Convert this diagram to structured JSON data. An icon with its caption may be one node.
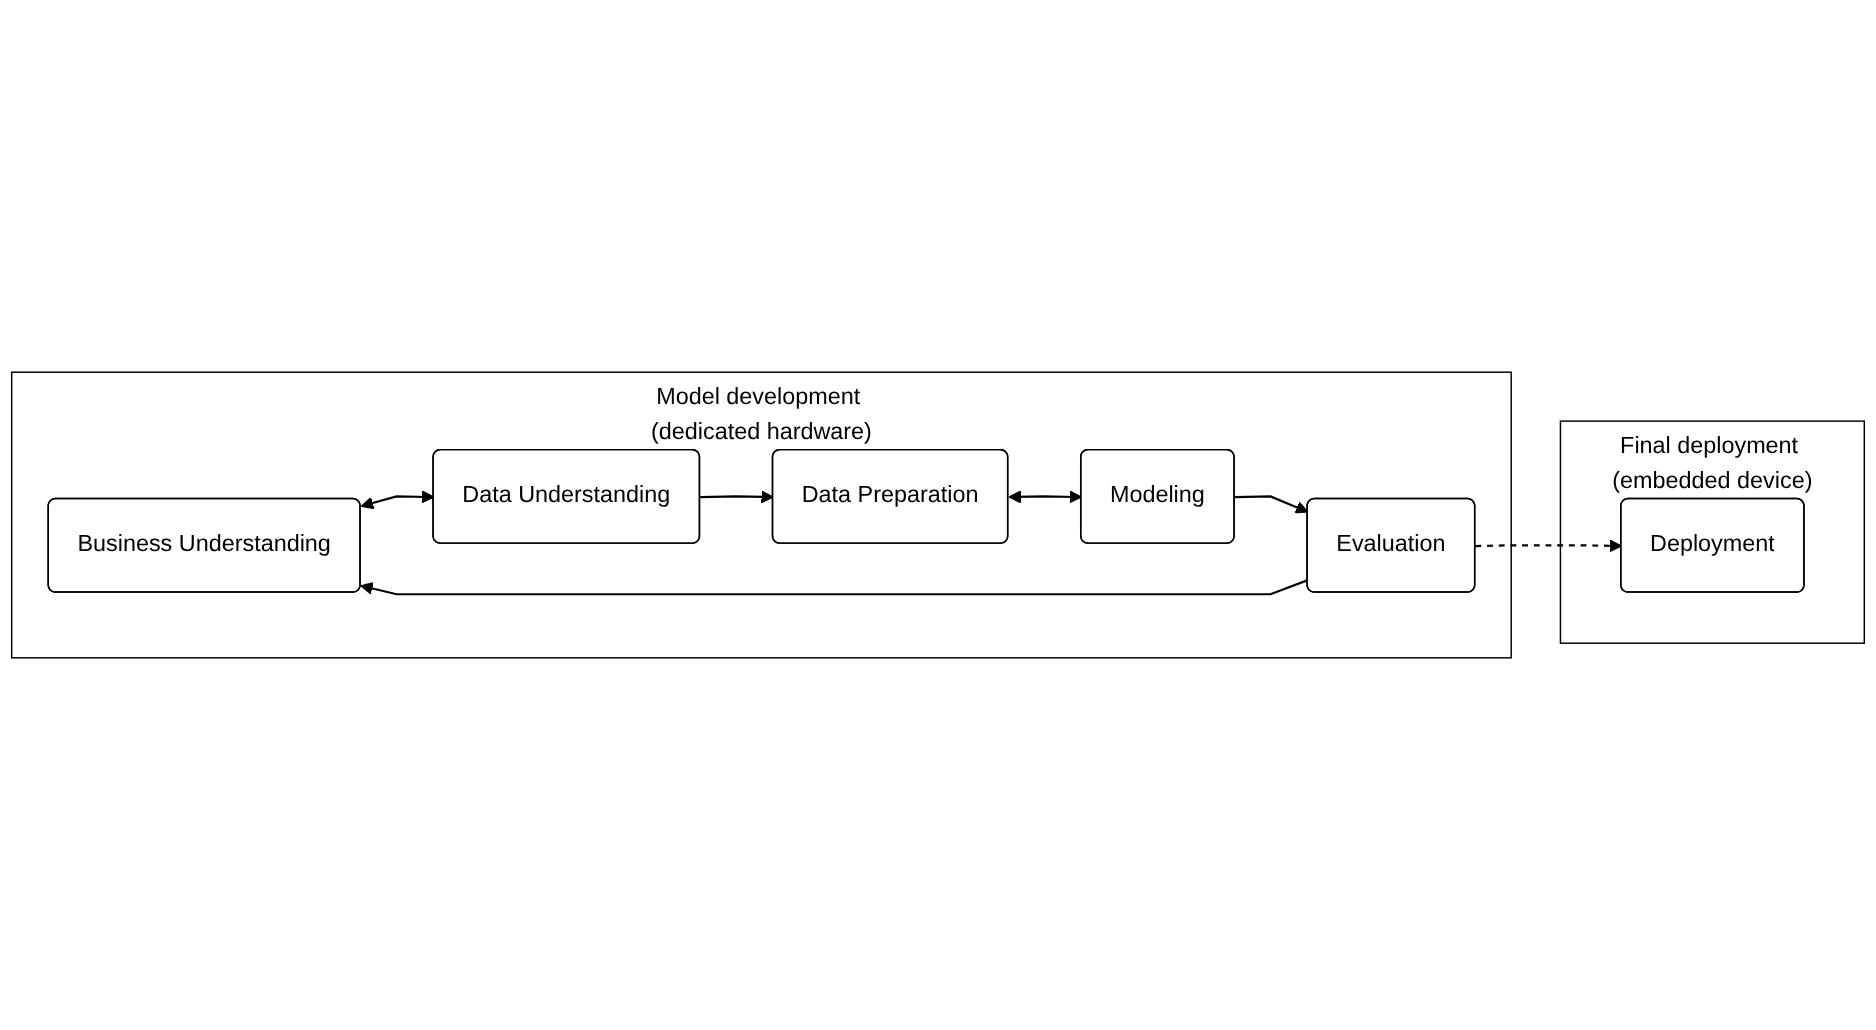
{
  "diagram": {
    "nodes": [
      {
        "text": [
          "Model development (dedicated hardware)"
        ]
      },
      {
        "text": [
          "Final deployment (embedded device)"
        ]
      },
      {
        "text": [
          "Business Understanding"
        ],
        "in": 0
      },
      {
        "text": [
          "Data Understanding"
        ],
        "in": 0
      },
      {
        "text": [
          "Evaluation"
        ],
        "in": 0
      },
      {
        "text": [
          "Data Preparation"
        ],
        "in": 0
      },
      {
        "text": [
          "Modeling"
        ],
        "in": 0
      },
      {
        "text": [
          "Deployment"
        ],
        "in": 1
      }
    ],
    "edges": [
      {
        "from": 2,
        "to": 3,
        "arrow": "both"
      },
      {
        "from": 3,
        "to": 5,
        "arrow": "to"
      },
      {
        "from": 5,
        "to": 6,
        "arrow": "both"
      },
      {
        "from": 6,
        "to": 4,
        "arrow": "to"
      },
      {
        "from": 4,
        "to": 2,
        "arrow": "to"
      },
      {
        "from": 4,
        "to": 7,
        "arrow": "to",
        "style": "dashed"
      }
    ]
  }
}
